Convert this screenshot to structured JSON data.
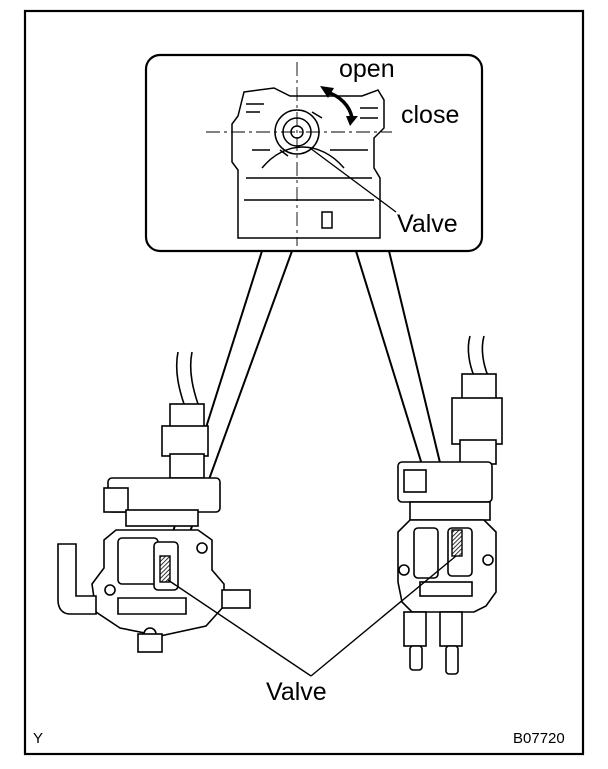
{
  "figure": {
    "callout_labels": {
      "open": "open",
      "close": "close",
      "valve": "Valve"
    },
    "bottom_label": "Valve",
    "corner_mark": "Y",
    "figure_code": "B07720"
  }
}
